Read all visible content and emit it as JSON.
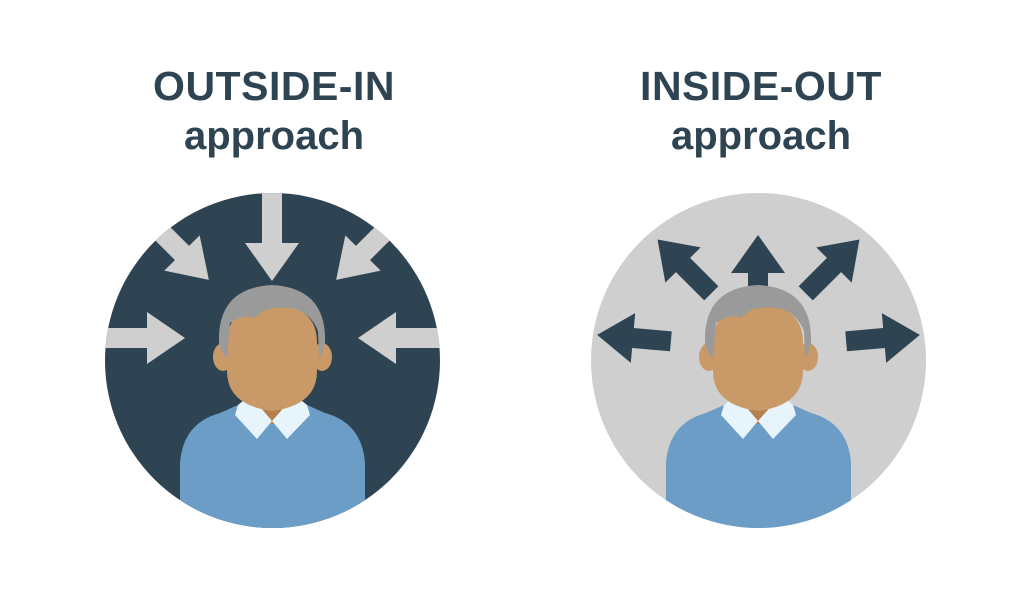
{
  "panels": [
    {
      "id": "outside-in",
      "title": "OUTSIDE-IN",
      "subtitle": "approach",
      "circle_color": "#2f4452",
      "arrow_color": "#cfcfcf",
      "arrow_direction": "inward"
    },
    {
      "id": "inside-out",
      "title": "INSIDE-OUT",
      "subtitle": "approach",
      "circle_color": "#cfcfcf",
      "arrow_color": "#2f4452",
      "arrow_direction": "outward"
    }
  ],
  "person": {
    "hair_color": "#9a9a9a",
    "skin_color": "#c99a68",
    "shirt_color": "#6b9dc6",
    "collar_color": "#e7f4fb",
    "neck_shadow_color": "#b3804e"
  }
}
